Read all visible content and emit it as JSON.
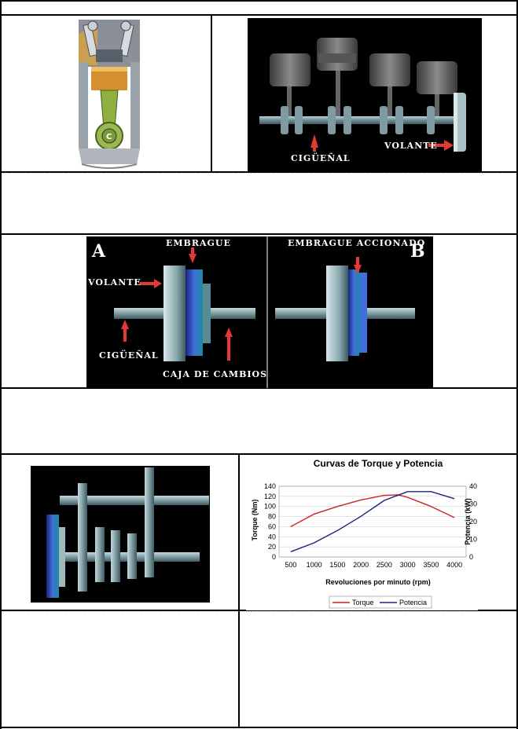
{
  "crankshaft_figure": {
    "cigueñal": "CIGÜEÑAL",
    "volante": "VOLANTE"
  },
  "clutch_figure": {
    "panel_a": "A",
    "panel_b": "B",
    "embrague": "EMBRAGUE",
    "volante": "VOLANTE",
    "cigueñal": "CIGÜEÑAL",
    "caja": "CAJA DE CAMBIOS",
    "embrague_accionado": "EMBRAGUE ACCIONADO"
  },
  "engine_icon_letter": "C",
  "colors": {
    "torque": "#cc2222",
    "potencia": "#1a237e",
    "arrow": "#e53935"
  },
  "chart_data": {
    "type": "line",
    "title": "Curvas de Torque y Potencia",
    "xlabel": "Revoluciones por minuto (rpm)",
    "ylabel": "Torque (Nm)",
    "y2label": "Potencia (kW)",
    "x": [
      500,
      1000,
      1500,
      2000,
      2500,
      3000,
      3500,
      4000
    ],
    "ylim": [
      0,
      140
    ],
    "yticks": [
      0,
      20,
      40,
      60,
      80,
      100,
      120,
      140
    ],
    "y2lim": [
      0,
      40
    ],
    "y2ticks": [
      0,
      10,
      20,
      30,
      40
    ],
    "legend": "bottom",
    "series": [
      {
        "name": "Torque",
        "axis": "left",
        "x": [
          500,
          1000,
          1500,
          2000,
          2500,
          2800,
          3000,
          3500,
          4000
        ],
        "values": [
          60,
          85,
          100,
          113,
          122,
          123,
          118,
          100,
          78
        ]
      },
      {
        "name": "Potencia",
        "axis": "right",
        "x": [
          500,
          1000,
          1500,
          2000,
          2500,
          3000,
          3200,
          3500,
          4000
        ],
        "values": [
          3,
          8,
          15,
          23,
          32,
          37,
          37,
          37,
          33
        ]
      }
    ]
  }
}
